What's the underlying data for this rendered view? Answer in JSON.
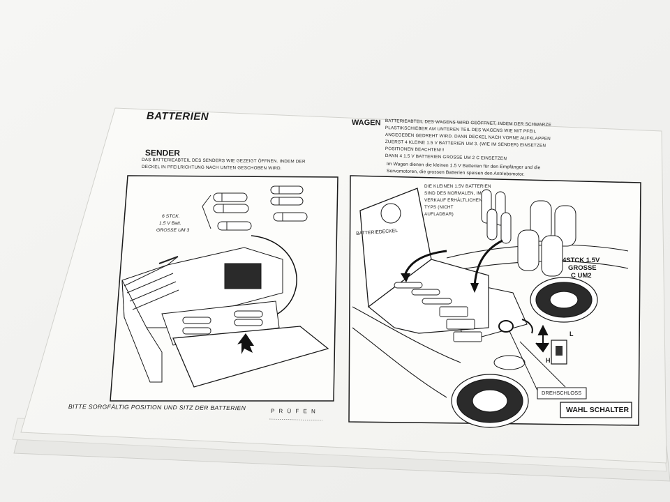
{
  "title": "BATTERIEN",
  "sender": {
    "heading": "SENDER",
    "text_lines": [
      "DAS BATTERIEABTEIL DES SENDERS WIE GEZEIGT ÖFFNEN. INDEM DER",
      "DECKEL IN PFEILRICHTUNG NACH UNTEN GESCHOBEN WIRD."
    ],
    "battery_label": [
      "6 STCK.",
      "1.5 V Batt.",
      "GROSSE UM 3"
    ]
  },
  "wagen": {
    "heading": "WAGEN",
    "text_lines": [
      "BATTERIEABTEIL DES WAGENS WIRD GEÖFFNET, INDEM DER SCHWARZE",
      "PLASTIKSCHIEBER AM UNTEREN TEIL DES WAGENS WIE MIT PFEIL",
      "ANGEGEBEN GEDREHT WIRD. DANN DECKEL NACH VORNE AUFKLAPPEN",
      "ZUERST 4 KLEINE 1.5 V BATTERIEN UM 3. (WIE IM SENDER) EINSETZEN",
      "POSITIONEN BEACHTEN!!!",
      "DANN 4 1.5 V BATTERIEN GROSSE UM 2 C EINSETZEN"
    ],
    "note_lines": [
      "Im Wagen dienen die kleinen 1.5 V Batterien für den Empfänger und die",
      "Servomotoren, die grossen Batterien speisen den Antriebsmotor."
    ]
  },
  "callouts": {
    "small_batteries": [
      "DIE KLEINEN 1.5V BATTERIEN",
      "SIND DES NORMALEN, IM",
      "VERKAUF ERHÄLTLICHEN",
      "TYPS (NICHT",
      "AUFLADBAR)"
    ],
    "battery_cover": "BATTERIEDECKEL",
    "big_batteries": [
      "4STCK 1.5V",
      "GROSSE",
      "C UM2"
    ],
    "rotary_lock": "DREHSCHLOSS",
    "selector_switch": "WAHL SCHALTER",
    "switch_letters": [
      "L",
      "H"
    ]
  },
  "footer": {
    "text": "BITTE SORGFÄLTIG POSITION UND SITZ DER BATTERIEN",
    "check_word": "P R Ü F E N"
  }
}
